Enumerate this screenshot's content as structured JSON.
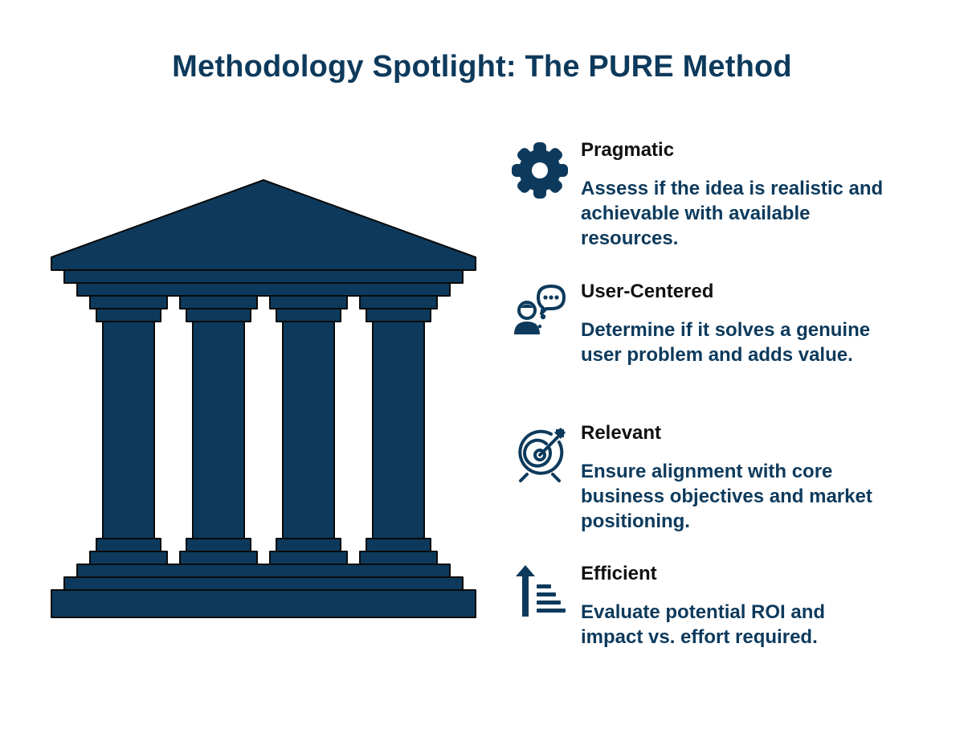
{
  "title": "Methodology Spotlight: The PURE Method",
  "colors": {
    "primary": "#0d3a5c",
    "heading": "#111111",
    "background": "#ffffff"
  },
  "illustration": "classical-temple-with-four-columns",
  "items": [
    {
      "icon": "gear-icon",
      "heading": "Pragmatic",
      "description": "Assess if the idea is realistic and achievable with available resources."
    },
    {
      "icon": "user-chat-icon",
      "heading": "User-Centered",
      "description": "Determine if it solves a genuine user problem and adds value."
    },
    {
      "icon": "target-icon",
      "heading": "Relevant",
      "description": "Ensure alignment with core business objectives and market positioning."
    },
    {
      "icon": "arrow-up-bars-icon",
      "heading": "Efficient",
      "description": "Evaluate potential ROI and impact vs. effort required."
    }
  ]
}
